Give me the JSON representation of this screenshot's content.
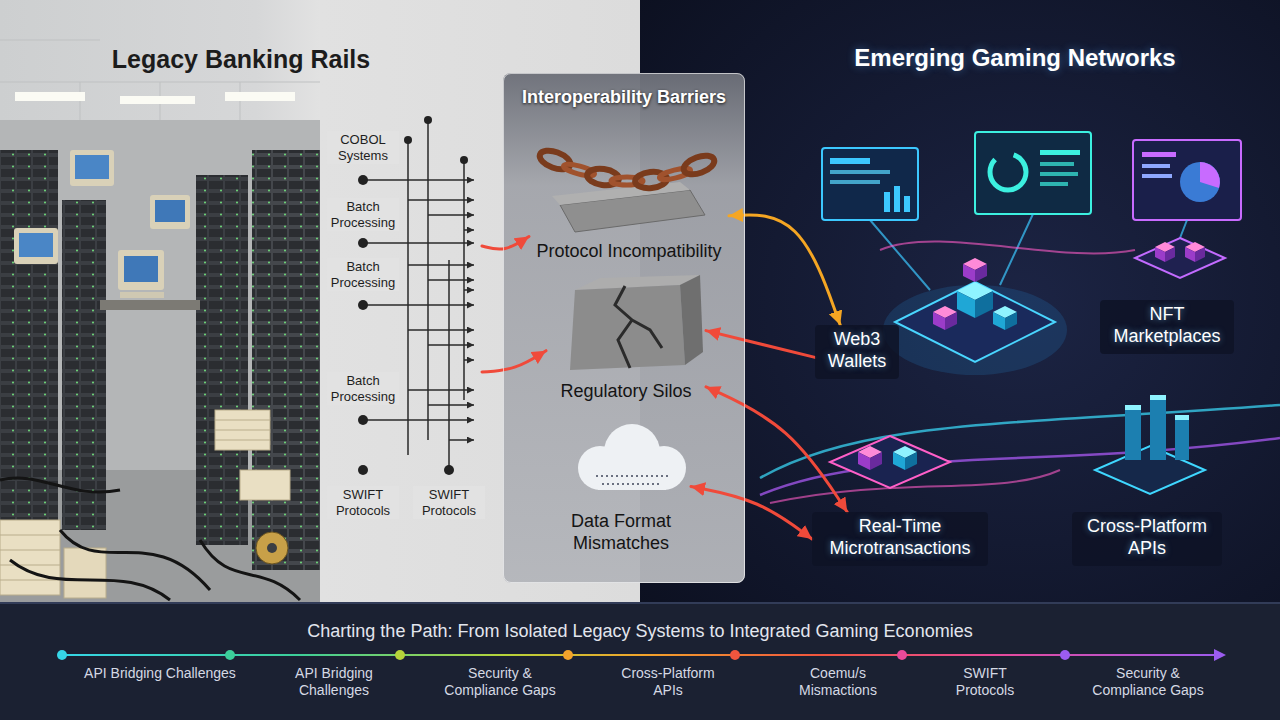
{
  "diagram": {
    "nodes": [
      {
        "text": [
          "Legacy Banking Rails"
        ]
      },
      {
        "text": [
          "Interoperability Barriers"
        ]
      },
      {
        "text": [
          "Protocol Incompatibility"
        ],
        "in": 1
      },
      {
        "text": [
          "Regulatory Silos"
        ],
        "in": 1
      },
      {
        "text": [
          "Data Format Mismatches"
        ],
        "in": 1
      },
      {
        "text": [
          "Emerging Gaming Networks"
        ]
      },
      {
        "text": [
          "Web3 Wallets"
        ],
        "in": 5
      },
      {
        "text": [
          "NFT Marketplaces"
        ],
        "in": 5
      },
      {
        "text": [
          "Real-Time Microtransactions"
        ],
        "in": 5
      },
      {
        "text": [
          "Cross-Platform APIs"
        ],
        "in": 5
      },
      {
        "text": [
          "Charting the Path: From Isolated Legacy Systems to Integrated Gaming Economies"
        ]
      }
    ],
    "edges": [
      {
        "from": 0,
        "to": 2,
        "arrow": "to"
      },
      {
        "from": 0,
        "to": 3,
        "arrow": "to"
      },
      {
        "from": 2,
        "to": 6,
        "arrow": "both"
      },
      {
        "from": 6,
        "to": 3,
        "arrow": "to"
      },
      {
        "from": 3,
        "to": 8,
        "arrow": "both"
      },
      {
        "from": 4,
        "to": 8,
        "arrow": "both"
      }
    ],
    "labels": [
      "COBOL Systems",
      "Batch Processing",
      "Batch Processing",
      "Batch Processing",
      "SWIFT Protocols",
      "SWIFT Protocols",
      "API Bridging Challenges",
      "API Bridging Challenges",
      "Security & Compliance Gaps",
      "Cross-Platform APIs",
      "Coemu/s Mismactions",
      "SWIFT Protocols",
      "Security & Compliance Gaps"
    ]
  }
}
